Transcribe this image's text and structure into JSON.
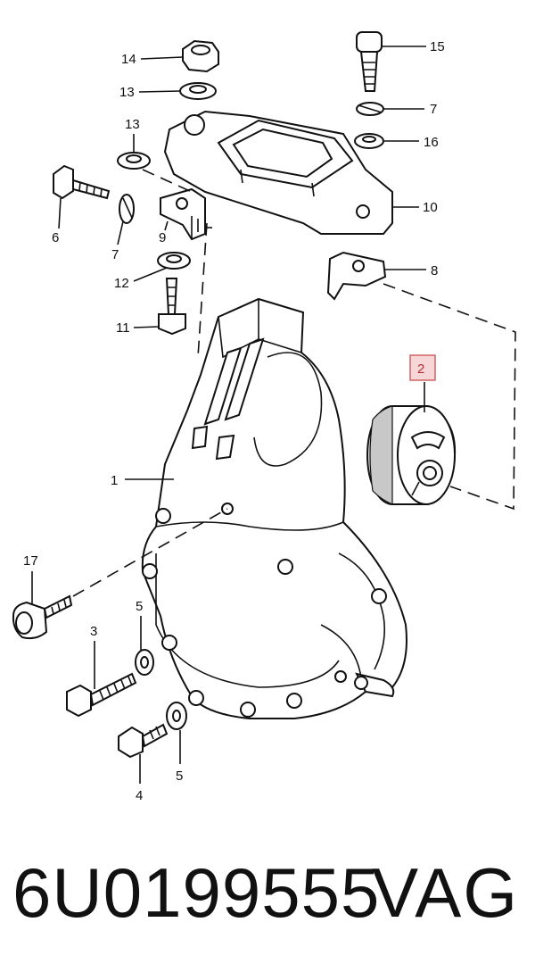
{
  "diagram": {
    "callouts": {
      "c1": "1",
      "c2": "2",
      "c3": "3",
      "c4": "4",
      "c5a": "5",
      "c5b": "5",
      "c6": "6",
      "c7a": "7",
      "c7b": "7",
      "c8": "8",
      "c9": "9",
      "c10": "10",
      "c11": "11",
      "c12": "12",
      "c13a": "13",
      "c13b": "13",
      "c14": "14",
      "c15": "15",
      "c16": "16",
      "c17": "17"
    },
    "highlighted_callout": "2",
    "highlight_color": "#f6d6d6"
  },
  "footer": {
    "part_number": "6U0199555",
    "brand": "VAG"
  }
}
